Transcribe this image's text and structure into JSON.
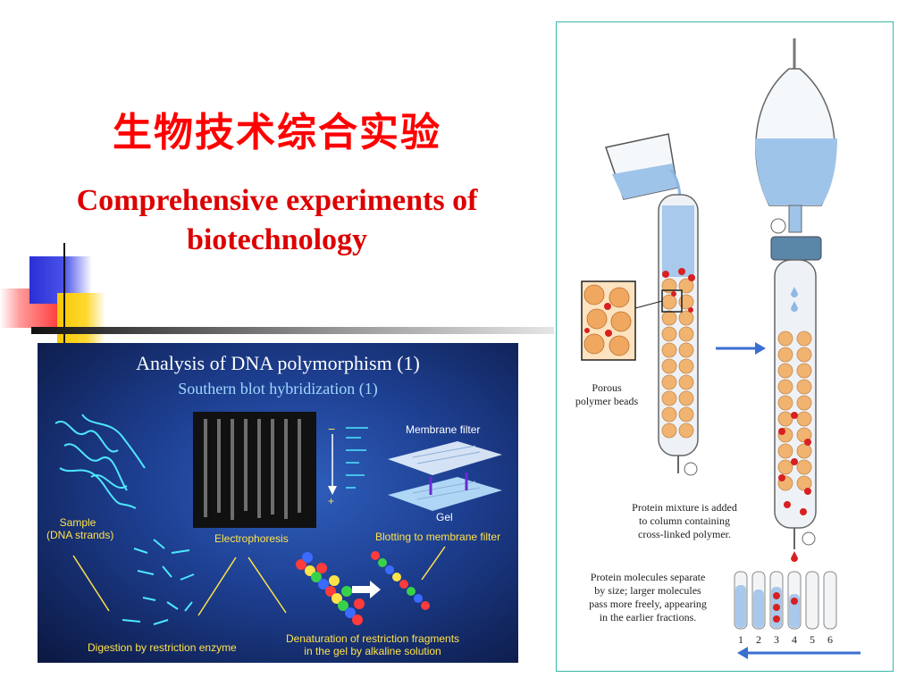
{
  "slide": {
    "title_cn": "生物技术综合实验",
    "title_en_line1": "Comprehensive experiments of",
    "title_en_line2": "biotechnology"
  },
  "diagram": {
    "title": "Analysis of DNA polymorphism (1)",
    "subtitle": "Southern blot hybridization (1)",
    "sample_line1": "Sample",
    "sample_line2": "(DNA strands)",
    "electrophoresis": "Electrophoresis",
    "membrane_filter": "Membrane filter",
    "gel": "Gel",
    "blotting": "Blotting to membrane filter",
    "digestion": "Digestion by restriction enzyme",
    "denaturation_line1": "Denaturation of restriction fragments",
    "denaturation_line2": "in the gel by alkaline solution",
    "minus": "−",
    "plus": "+"
  },
  "figure": {
    "beads_line1": "Porous",
    "beads_line2": "polymer beads",
    "added_line1": "Protein mixture is added",
    "added_line2": "to column containing",
    "added_line3": "cross-linked polymer.",
    "sep_line1": "Protein molecules separate",
    "sep_line2": "by size;  larger molecules",
    "sep_line3": "pass more freely, appearing",
    "sep_line4": "in the earlier fractions.",
    "tube_numbers": [
      "1",
      "2",
      "3",
      "4",
      "5",
      "6"
    ]
  },
  "colors": {
    "title_red": "#ff0000",
    "panel_blue": "#1d3e8f",
    "label_yellow": "#ffe24a",
    "figure_border": "#38b7a8"
  }
}
